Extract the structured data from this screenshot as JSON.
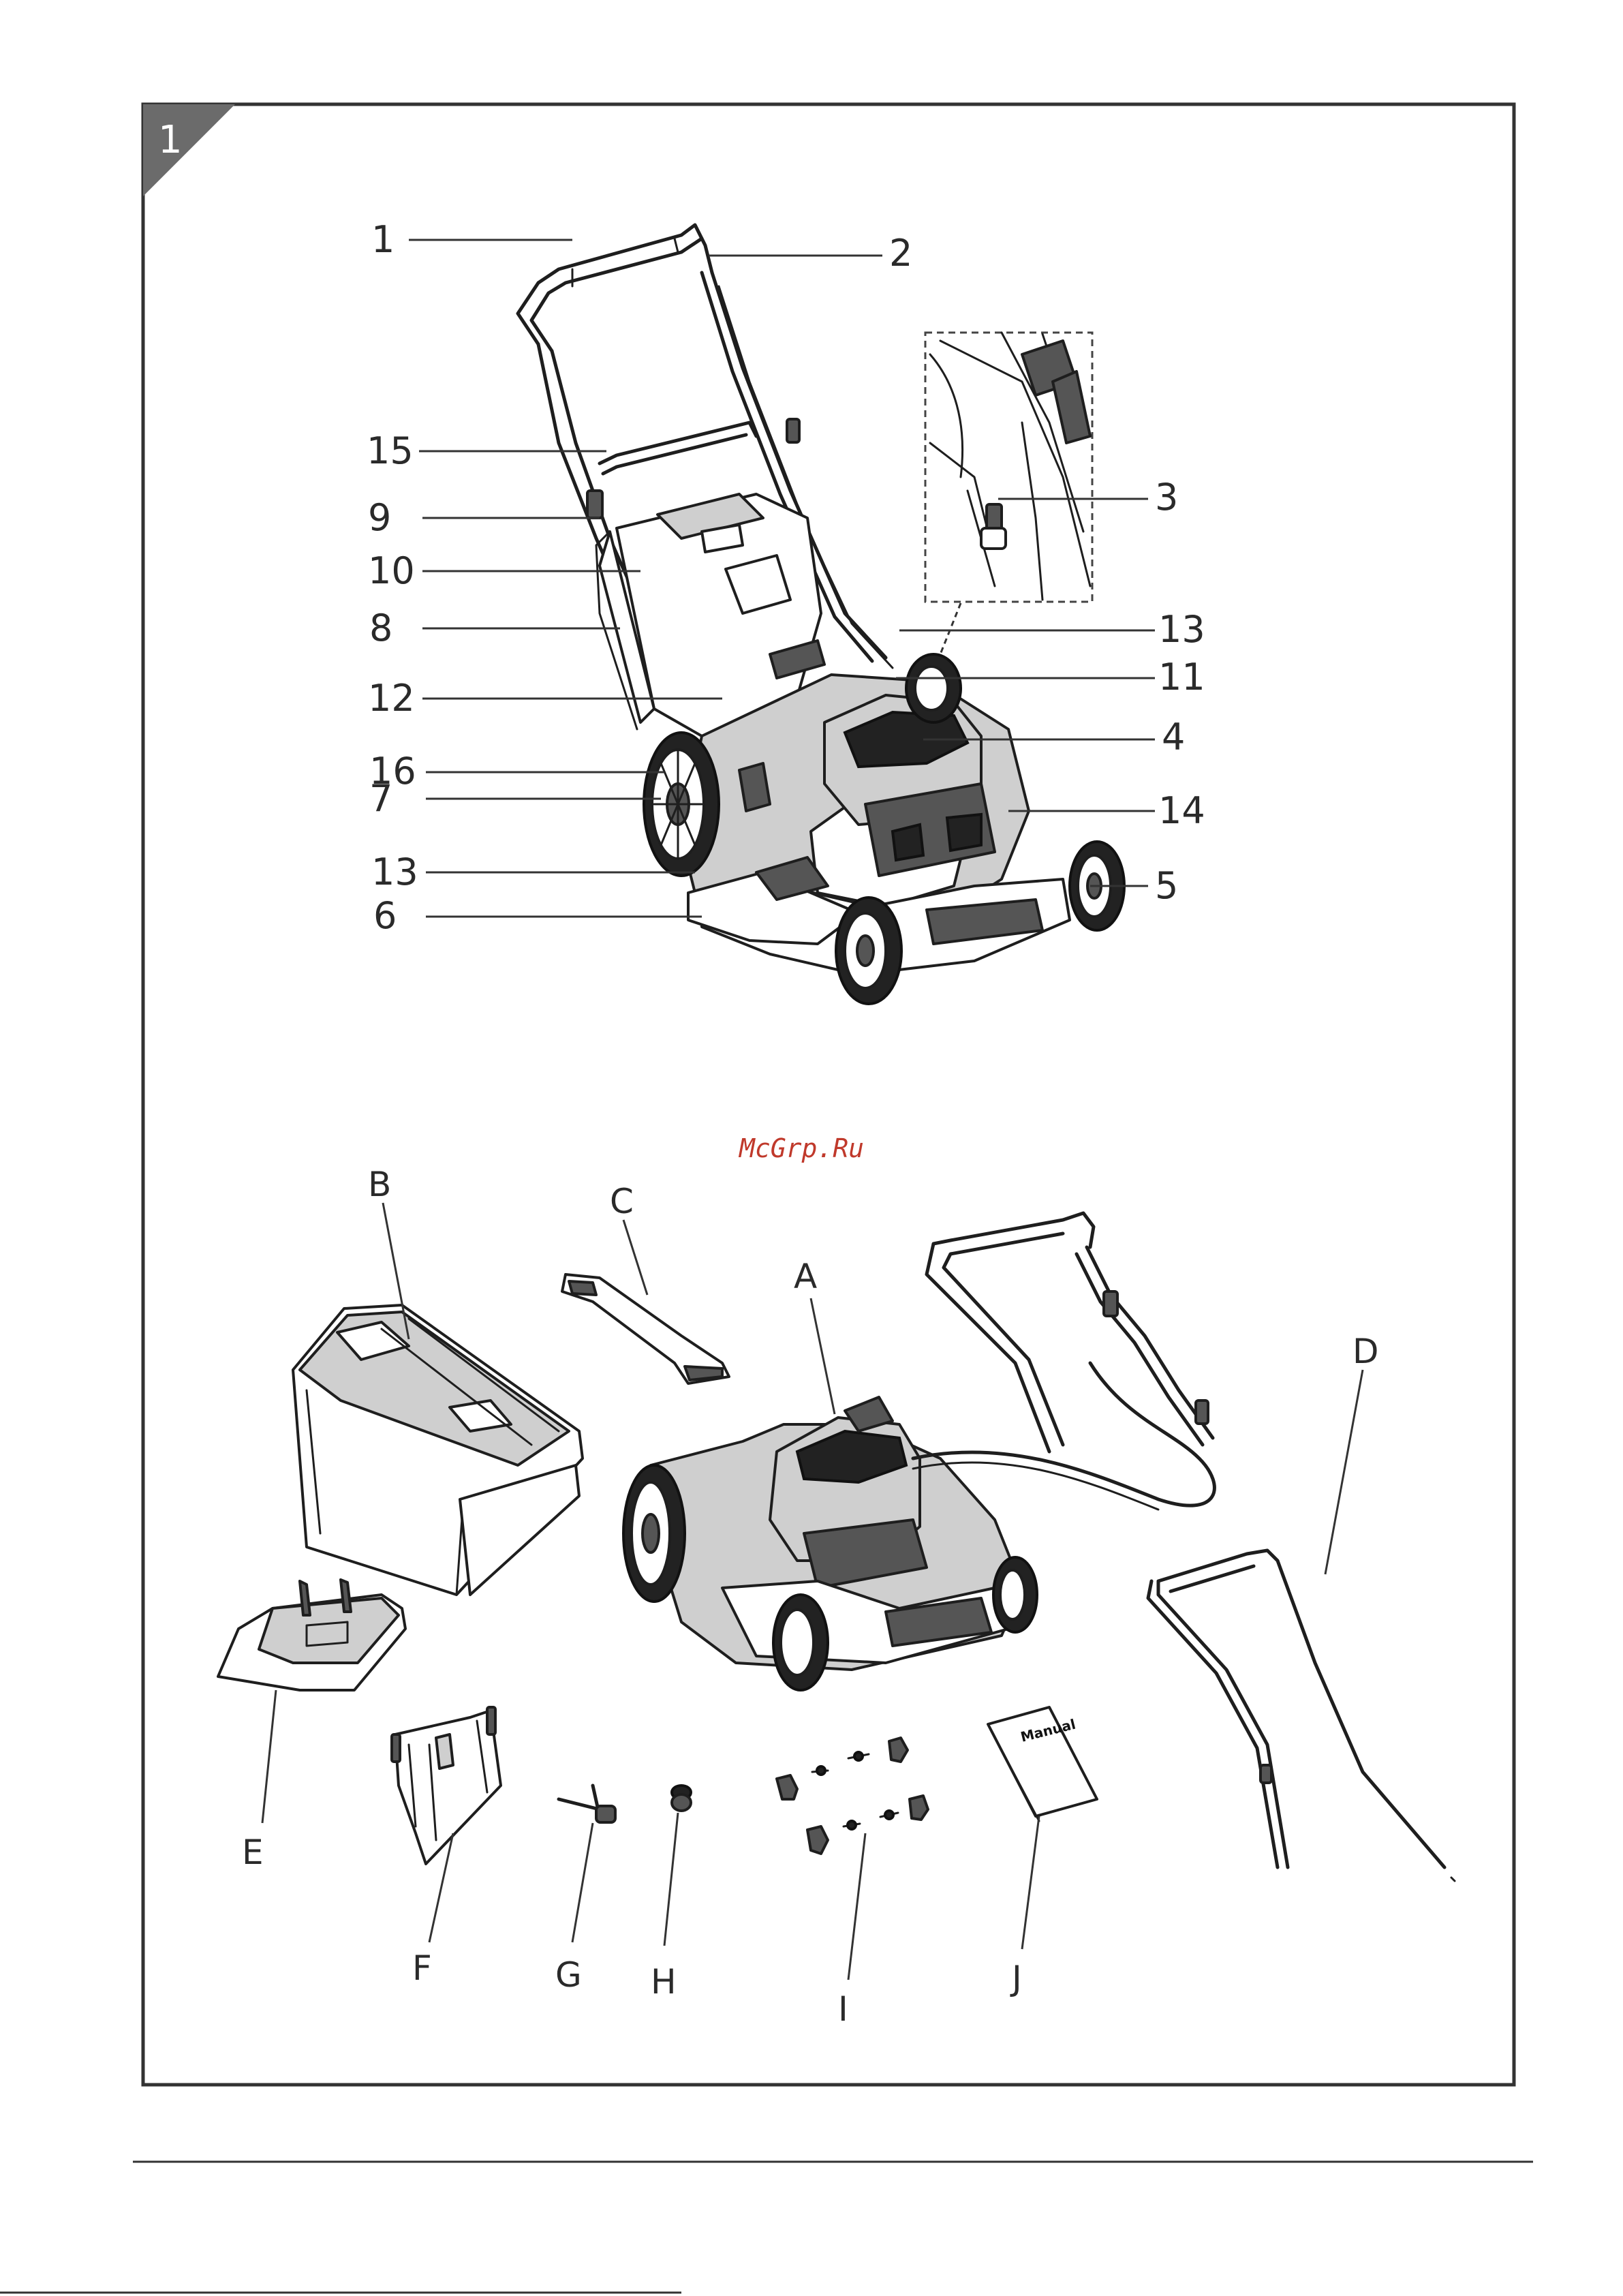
{
  "figure_number": "1",
  "watermark": "McGrp.Ru",
  "callouts_numbers": [
    "1",
    "2",
    "3",
    "4",
    "5",
    "6",
    "7",
    "8",
    "9",
    "10",
    "11",
    "12",
    "13",
    "13",
    "14",
    "15",
    "16"
  ],
  "callouts_letters": [
    "A",
    "B",
    "C",
    "D",
    "E",
    "F",
    "G",
    "H",
    "I",
    "J"
  ],
  "manual_label": "Manual",
  "colors": {
    "frame": "#333333",
    "badge": "#6b6b6b",
    "watermark": "#c0392b",
    "line_art": "#1e1e1e"
  }
}
